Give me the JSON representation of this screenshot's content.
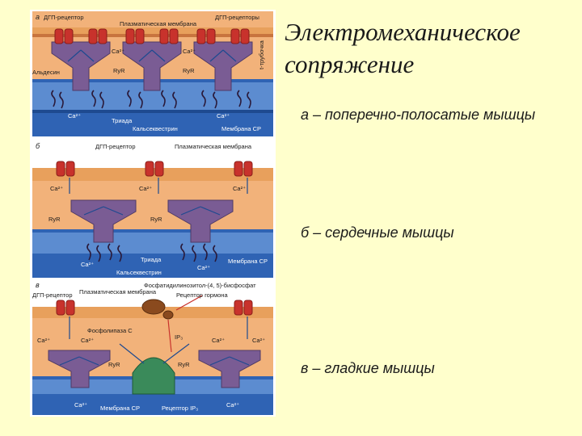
{
  "slide": {
    "title_line1": "Электромеханическое",
    "title_line2": "сопряжение",
    "captions": {
      "a": "а – поперечно-полосатые мышцы",
      "b": "б – сердечные мышцы",
      "c": "в – гладкие мышцы"
    }
  },
  "figure": {
    "panel_a": {
      "letter": "а",
      "dhp_left": "ДГП-рецептор",
      "plasma_membrane": "Плазматическая мембрана",
      "dhp_right": "ДГП-рецепторы",
      "ca_left": "Ca²⁺",
      "ca_right": "Ca²⁺",
      "ryr_left": "RyR",
      "ryr_right": "RyR",
      "ttube": "t-трубочка",
      "dyadin": "Альдесин",
      "triad": "Триада",
      "ca_bottom_left": "Ca²⁺",
      "ca_bottom_right": "Ca²⁺",
      "calsequestrin": "Кальсеквестрин",
      "sr_membrane": "Мембрана СР"
    },
    "panel_b": {
      "letter": "б",
      "dhp": "ДГП-рецептор",
      "plasma_membrane": "Плазматическая мембрана",
      "ca_1": "Ca²⁺",
      "ca_2": "Ca²⁺",
      "ca_3": "Ca²⁺",
      "ryr_left": "RyR",
      "ryr_right": "RyR",
      "ca_bottom_left": "Ca²⁺",
      "ca_bottom_right": "Ca²⁺",
      "triad": "Триада",
      "calsequestrin": "Кальсеквестрин",
      "sr_membrane": "Мембрана СР"
    },
    "panel_c": {
      "letter": "в",
      "pip2": "Фосфатидилинозитол-(4, 5)-бисфосфат",
      "dhp": "ДГП-рецептор",
      "plasma_membrane": "Плазматическая мембрана",
      "hormone_receptor": "Рецептор гормона",
      "plc": "Фосфолипаза С",
      "ip3": "IP₃",
      "ca_1": "Ca²⁺",
      "ca_2": "Ca²⁺",
      "ca_3": "Ca²⁺",
      "ca_4": "Ca²⁺",
      "ryr_left": "RyR",
      "ryr_right": "RyR",
      "ca_bottom_left": "Ca²⁺",
      "sr_membrane": "Мембрана СР",
      "ip3_receptor": "Рецептор IP₃",
      "ca_bottom_right": "Ca²⁺"
    }
  },
  "colors": {
    "background": "#ffffcc",
    "membrane_orange": "#e8a05c",
    "cytoplasm_orange": "#f2b27a",
    "sr_blue": "#2f63b4",
    "sr_blue_light": "#5c8cd0",
    "ryr_purple": "#7a5c94",
    "dhp_red": "#c8322c",
    "ip3r_green": "#3a8a5a",
    "plc_brown": "#8a4a1e"
  }
}
